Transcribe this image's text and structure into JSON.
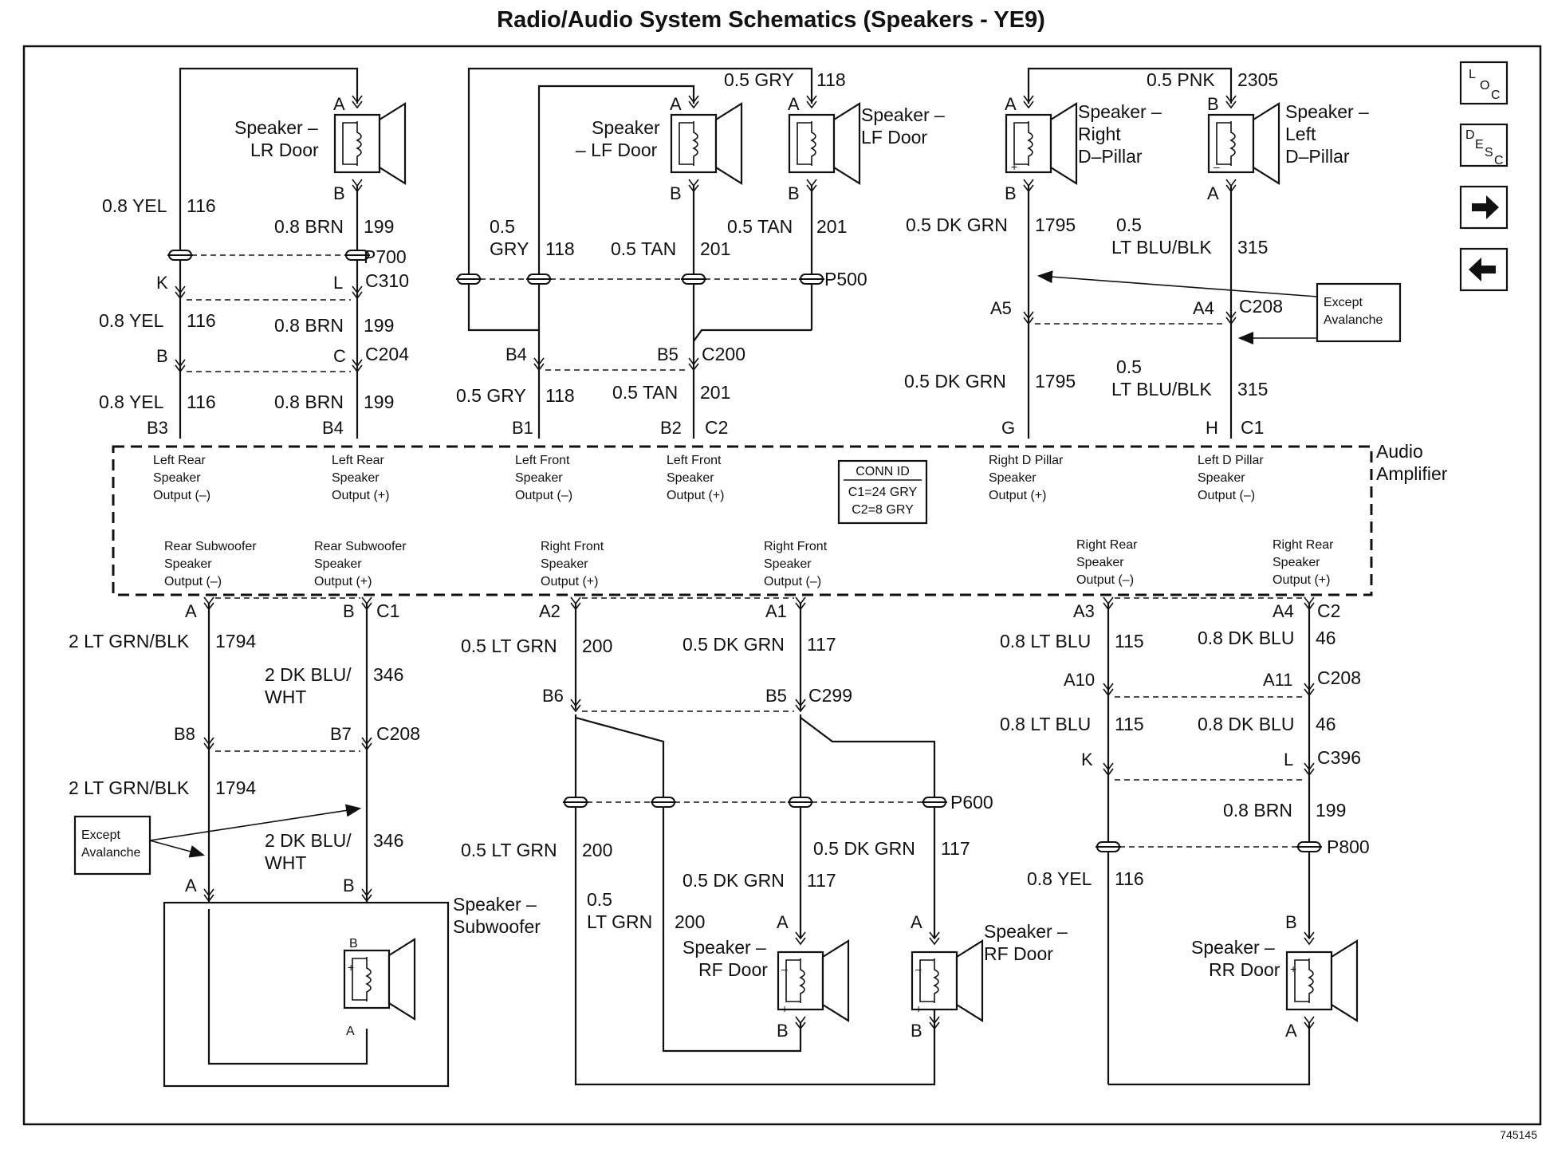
{
  "title": "Radio/Audio System Schematics (Speakers - YE9)",
  "figure_id": "745145",
  "nav": {
    "loc": "LOC",
    "desc": "DESC"
  },
  "amplifier": {
    "label_line1": "Audio",
    "label_line2": "Amplifier"
  },
  "conn_id": {
    "title": "CONN ID",
    "line1": "C1=24 GRY",
    "line2": "C2=8 GRY"
  },
  "except_avalanche": {
    "line1": "Except",
    "line2": "Avalanche"
  },
  "outputs_top": [
    {
      "l1": "Left Rear",
      "l2": "Speaker",
      "l3": "Output (–)"
    },
    {
      "l1": "Left Rear",
      "l2": "Speaker",
      "l3": "Output (+)"
    },
    {
      "l1": "Left Front",
      "l2": "Speaker",
      "l3": "Output (–)"
    },
    {
      "l1": "Left Front",
      "l2": "Speaker",
      "l3": "Output (+)"
    },
    {
      "l1": "Right D Pillar",
      "l2": "Speaker",
      "l3": "Output (+)"
    },
    {
      "l1": "Left D Pillar",
      "l2": "Speaker",
      "l3": "Output (–)"
    }
  ],
  "outputs_bottom": [
    {
      "l1": "Rear Subwoofer",
      "l2": "Speaker",
      "l3": "Output (–)"
    },
    {
      "l1": "Rear Subwoofer",
      "l2": "Speaker",
      "l3": "Output (+)"
    },
    {
      "l1": "Right Front",
      "l2": "Speaker",
      "l3": "Output (+)"
    },
    {
      "l1": "Right Front",
      "l2": "Speaker",
      "l3": "Output (–)"
    },
    {
      "l1": "Right Rear",
      "l2": "Speaker",
      "l3": "Output (–)"
    },
    {
      "l1": "Right Rear",
      "l2": "Speaker",
      "l3": "Output (+)"
    }
  ],
  "speakers": {
    "lr_door": {
      "l1": "Speaker –",
      "l2": "LR Door"
    },
    "lf_door_1": {
      "l1": "Speaker",
      "l2": "– LF Door"
    },
    "lf_door_2": {
      "l1": "Speaker –",
      "l2": "LF Door"
    },
    "right_dpillar": {
      "l1": "Speaker –",
      "l2": "Right",
      "l3": "D–Pillar"
    },
    "left_dpillar": {
      "l1": "Speaker –",
      "l2": "Left",
      "l3": "D–Pillar"
    },
    "subwoofer": {
      "l1": "Speaker –",
      "l2": "Subwoofer"
    },
    "rf_door_1": {
      "l1": "Speaker –",
      "l2": "RF Door"
    },
    "rf_door_2": {
      "l1": "Speaker –",
      "l2": "RF Door"
    },
    "rr_door": {
      "l1": "Speaker –",
      "l2": "RR Door"
    }
  },
  "connectors": {
    "p700": "P700",
    "c310": "C310",
    "c204": "C204",
    "c200": "C200",
    "p500": "P500",
    "c208": "C208",
    "c1": "C1",
    "c2": "C2",
    "c299": "C299",
    "p600": "P600",
    "c396": "C396",
    "p800": "P800"
  },
  "pins": {
    "a": "A",
    "b": "B",
    "c": "C",
    "g": "G",
    "h": "H",
    "k": "K",
    "l": "L",
    "b1": "B1",
    "b2": "B2",
    "b3": "B3",
    "b4": "B4",
    "b5": "B5",
    "b6": "B6",
    "b7": "B7",
    "b8": "B8",
    "a1": "A1",
    "a2": "A2",
    "a3": "A3",
    "a4": "A4",
    "a5": "A5",
    "a10": "A10",
    "a11": "A11",
    "plus": "+",
    "minus": "–"
  },
  "wires": {
    "yel_08": "0.8 YEL",
    "n116": "116",
    "brn_08": "0.8 BRN",
    "n199": "199",
    "gry_05": "0.5 GRY",
    "gry": "GRY",
    "n118": "118",
    "p05": "0.5",
    "tan_05": "0.5 TAN",
    "n201": "201",
    "pnk_05": "0.5 PNK",
    "n2305": "2305",
    "dkgrn_05": "0.5 DK GRN",
    "n1795": "1795",
    "ltblublk": "LT BLU/BLK",
    "n315": "315",
    "ltgrnblk_2": "2 LT GRN/BLK",
    "n1794": "1794",
    "dkblu_2": "2 DK BLU/",
    "wht": "WHT",
    "n346": "346",
    "ltgrn_05": "0.5 LT GRN",
    "ltgrn": "LT GRN",
    "n200": "200",
    "n117": "117",
    "ltblu_08": "0.8 LT BLU",
    "n115": "115",
    "dkblu_08": "0.8 DK BLU",
    "n46": "46"
  }
}
